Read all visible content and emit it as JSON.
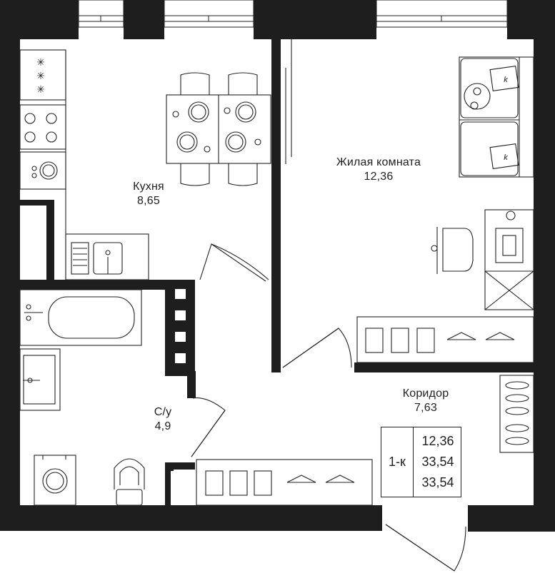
{
  "rooms": {
    "kitchen": {
      "name": "Кухня",
      "area": "8,65"
    },
    "living": {
      "name": "Жилая комната",
      "area": "12,36"
    },
    "bathroom": {
      "name": "С/у",
      "area": "4,9"
    },
    "corridor": {
      "name": "Коридор",
      "area": "7,63"
    }
  },
  "summary": {
    "type": "1-к",
    "living_area": "12,36",
    "total_area": "33,54",
    "total_area_2": "33,54"
  },
  "furniture_labels": {
    "pillow": "k"
  },
  "colors": {
    "wall": "#1e1e1e",
    "line": "#222222",
    "window": "#888888",
    "fill": "#ffffff"
  }
}
